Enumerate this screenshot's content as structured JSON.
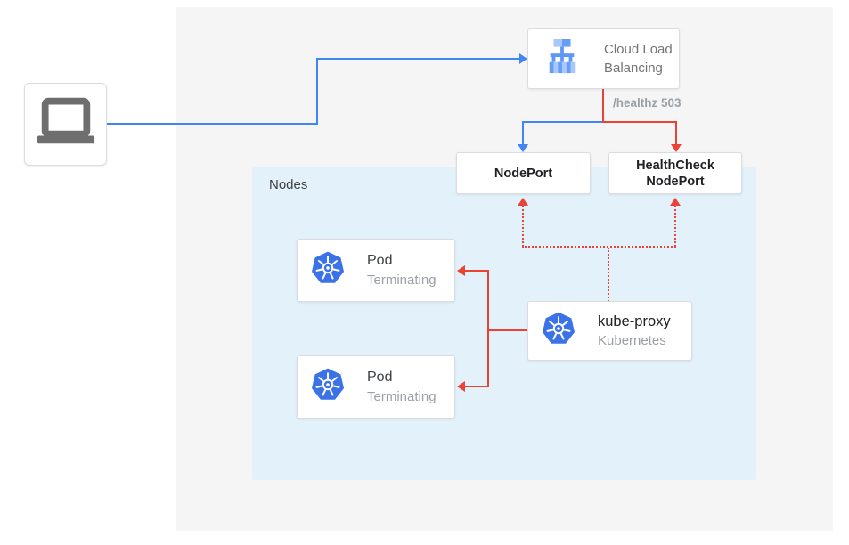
{
  "client": {
    "icon": "laptop-icon"
  },
  "cloud_load_balancing": {
    "line1": "Cloud Load",
    "line2": "Balancing",
    "icon": "cloud-load-balancing-icon"
  },
  "healthz_badge": "/healthz 503",
  "nodeport": {
    "label": "NodePort"
  },
  "healthcheck_nodeport": {
    "line1": "HealthCheck",
    "line2": "NodePort"
  },
  "nodes_panel": {
    "label": "Nodes"
  },
  "pods": [
    {
      "title": "Pod",
      "status": "Terminating",
      "icon": "kubernetes-icon"
    },
    {
      "title": "Pod",
      "status": "Terminating",
      "icon": "kubernetes-icon"
    }
  ],
  "kube_proxy": {
    "title": "kube-proxy",
    "subtitle": "Kubernetes",
    "icon": "kubernetes-icon"
  },
  "colors": {
    "blue_connector": "#4285F4",
    "red_connector": "#EA4335",
    "outer_panel_bg": "#F5F5F5",
    "nodes_panel_bg": "#E3F1FB",
    "kubernetes_blue": "#3B72E8",
    "box_border": "#DADCE0",
    "title_text": "#3C4043",
    "muted_text": "#9AA0A6"
  }
}
